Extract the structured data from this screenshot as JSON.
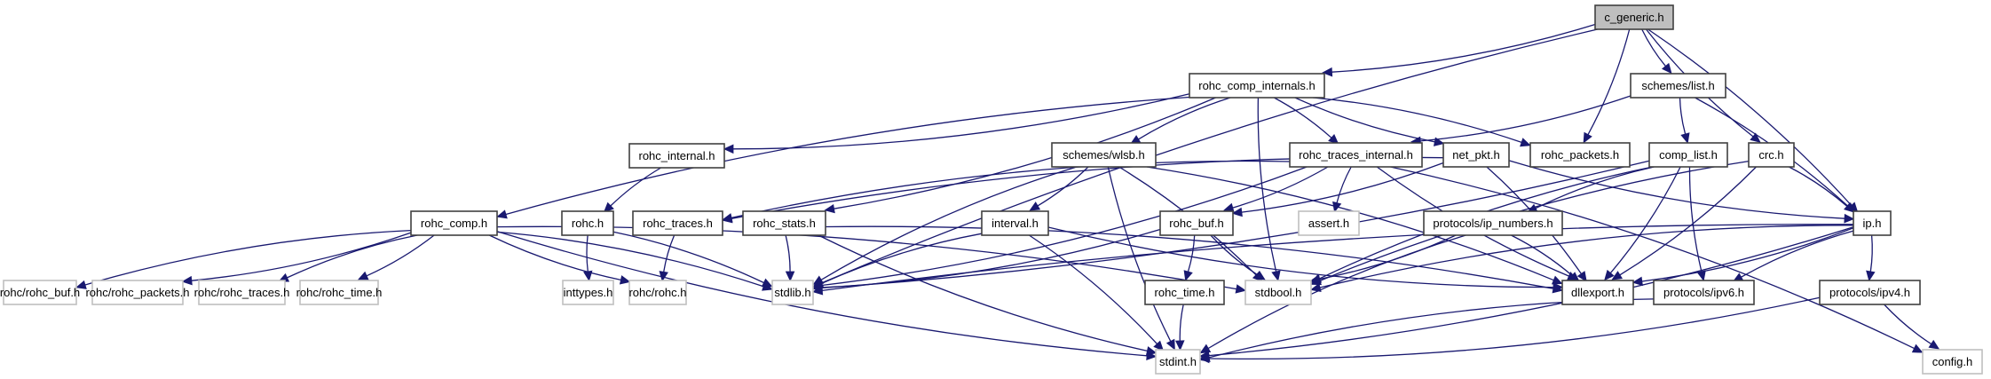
{
  "title": "c_generic.h include dependency graph",
  "colors": {
    "edge": "#191970",
    "local_border": "#404040",
    "external_border": "#bfbfbf",
    "focus_fill": "#bfbfbf"
  },
  "nodes": [
    {
      "id": "c_generic",
      "label": "c_generic.h",
      "kind": "focus"
    },
    {
      "id": "rohc_comp_internals",
      "label": "rohc_comp_internals.h",
      "kind": "local"
    },
    {
      "id": "schemes_list",
      "label": "schemes/list.h",
      "kind": "local"
    },
    {
      "id": "rohc_internal",
      "label": "rohc_internal.h",
      "kind": "local"
    },
    {
      "id": "schemes_wlsb",
      "label": "schemes/wlsb.h",
      "kind": "local"
    },
    {
      "id": "rohc_traces_internal",
      "label": "rohc_traces_internal.h",
      "kind": "local"
    },
    {
      "id": "net_pkt",
      "label": "net_pkt.h",
      "kind": "local"
    },
    {
      "id": "rohc_packets",
      "label": "rohc_packets.h",
      "kind": "local"
    },
    {
      "id": "comp_list",
      "label": "comp_list.h",
      "kind": "local"
    },
    {
      "id": "crc",
      "label": "crc.h",
      "kind": "local"
    },
    {
      "id": "rohc_comp",
      "label": "rohc_comp.h",
      "kind": "local"
    },
    {
      "id": "rohc",
      "label": "rohc.h",
      "kind": "local"
    },
    {
      "id": "rohc_traces",
      "label": "rohc_traces.h",
      "kind": "local"
    },
    {
      "id": "rohc_stats",
      "label": "rohc_stats.h",
      "kind": "local"
    },
    {
      "id": "interval",
      "label": "interval.h",
      "kind": "local"
    },
    {
      "id": "rohc_buf",
      "label": "rohc_buf.h",
      "kind": "local"
    },
    {
      "id": "assert",
      "label": "assert.h",
      "kind": "external"
    },
    {
      "id": "ip_numbers",
      "label": "protocols/ip_numbers.h",
      "kind": "local"
    },
    {
      "id": "ip",
      "label": "ip.h",
      "kind": "local"
    },
    {
      "id": "ext_rohc_buf",
      "label": "rohc/rohc_buf.h",
      "kind": "external"
    },
    {
      "id": "ext_rohc_packets",
      "label": "rohc/rohc_packets.h",
      "kind": "external"
    },
    {
      "id": "ext_rohc_traces",
      "label": "rohc/rohc_traces.h",
      "kind": "external"
    },
    {
      "id": "ext_rohc_time",
      "label": "rohc/rohc_time.h",
      "kind": "external"
    },
    {
      "id": "inttypes",
      "label": "inttypes.h",
      "kind": "external"
    },
    {
      "id": "ext_rohc",
      "label": "rohc/rohc.h",
      "kind": "external"
    },
    {
      "id": "stdlib",
      "label": "stdlib.h",
      "kind": "external"
    },
    {
      "id": "rohc_time",
      "label": "rohc_time.h",
      "kind": "local"
    },
    {
      "id": "stdbool",
      "label": "stdbool.h",
      "kind": "external"
    },
    {
      "id": "dllexport",
      "label": "dllexport.h",
      "kind": "local"
    },
    {
      "id": "ipv6",
      "label": "protocols/ipv6.h",
      "kind": "local"
    },
    {
      "id": "ipv4",
      "label": "protocols/ipv4.h",
      "kind": "local"
    },
    {
      "id": "stdint",
      "label": "stdint.h",
      "kind": "external"
    },
    {
      "id": "config",
      "label": "config.h",
      "kind": "external"
    }
  ],
  "edges": [
    [
      "c_generic",
      "rohc_comp_internals"
    ],
    [
      "c_generic",
      "schemes_list"
    ],
    [
      "c_generic",
      "rohc_packets"
    ],
    [
      "c_generic",
      "crc"
    ],
    [
      "c_generic",
      "ip"
    ],
    [
      "c_generic",
      "stdlib"
    ],
    [
      "rohc_comp_internals",
      "rohc_internal"
    ],
    [
      "rohc_comp_internals",
      "schemes_wlsb"
    ],
    [
      "rohc_comp_internals",
      "rohc_traces_internal"
    ],
    [
      "rohc_comp_internals",
      "net_pkt"
    ],
    [
      "rohc_comp_internals",
      "rohc_packets"
    ],
    [
      "rohc_comp_internals",
      "rohc_comp"
    ],
    [
      "rohc_comp_internals",
      "rohc_stats"
    ],
    [
      "rohc_comp_internals",
      "stdbool"
    ],
    [
      "schemes_list",
      "rohc_traces_internal"
    ],
    [
      "schemes_list",
      "comp_list"
    ],
    [
      "schemes_list",
      "ip"
    ],
    [
      "rohc_internal",
      "rohc"
    ],
    [
      "schemes_wlsb",
      "interval"
    ],
    [
      "schemes_wlsb",
      "stdlib"
    ],
    [
      "schemes_wlsb",
      "stdbool"
    ],
    [
      "schemes_wlsb",
      "stdint"
    ],
    [
      "schemes_wlsb",
      "dllexport"
    ],
    [
      "rohc_traces_internal",
      "rohc_traces"
    ],
    [
      "rohc_traces_internal",
      "rohc_buf"
    ],
    [
      "rohc_traces_internal",
      "assert"
    ],
    [
      "rohc_traces_internal",
      "stdlib"
    ],
    [
      "rohc_traces_internal",
      "dllexport"
    ],
    [
      "rohc_traces_internal",
      "config"
    ],
    [
      "net_pkt",
      "rohc_traces"
    ],
    [
      "net_pkt",
      "rohc_buf"
    ],
    [
      "net_pkt",
      "ip"
    ],
    [
      "net_pkt",
      "dllexport"
    ],
    [
      "comp_list",
      "ip_numbers"
    ],
    [
      "comp_list",
      "stdlib"
    ],
    [
      "comp_list",
      "stdbool"
    ],
    [
      "comp_list",
      "dllexport"
    ],
    [
      "comp_list",
      "ipv6"
    ],
    [
      "crc",
      "ip"
    ],
    [
      "crc",
      "stdbool"
    ],
    [
      "crc",
      "dllexport"
    ],
    [
      "rohc_comp",
      "ext_rohc_buf"
    ],
    [
      "rohc_comp",
      "ext_rohc_packets"
    ],
    [
      "rohc_comp",
      "ext_rohc_traces"
    ],
    [
      "rohc_comp",
      "ext_rohc_time"
    ],
    [
      "rohc_comp",
      "ext_rohc"
    ],
    [
      "rohc_comp",
      "stdlib"
    ],
    [
      "rohc_comp",
      "stdint"
    ],
    [
      "rohc_comp",
      "stdbool"
    ],
    [
      "rohc",
      "inttypes"
    ],
    [
      "rohc",
      "stdlib"
    ],
    [
      "rohc_traces",
      "ext_rohc"
    ],
    [
      "rohc_stats",
      "stdlib"
    ],
    [
      "rohc_stats",
      "stdint"
    ],
    [
      "rohc_stats",
      "dllexport"
    ],
    [
      "interval",
      "stdlib"
    ],
    [
      "interval",
      "stdint"
    ],
    [
      "interval",
      "dllexport"
    ],
    [
      "rohc_buf",
      "rohc_time"
    ],
    [
      "rohc_buf",
      "stdbool"
    ],
    [
      "rohc_buf",
      "stdlib"
    ],
    [
      "rohc_time",
      "stdint"
    ],
    [
      "ip_numbers",
      "dllexport"
    ],
    [
      "ip_numbers",
      "stdint"
    ],
    [
      "ip_numbers",
      "stdbool"
    ],
    [
      "ip",
      "stdlib"
    ],
    [
      "ip",
      "stdint"
    ],
    [
      "ip",
      "stdbool"
    ],
    [
      "ip",
      "dllexport"
    ],
    [
      "ip",
      "ipv6"
    ],
    [
      "ip",
      "ipv4"
    ],
    [
      "ipv6",
      "stdint"
    ],
    [
      "ipv4",
      "stdint"
    ],
    [
      "ipv4",
      "config"
    ]
  ]
}
